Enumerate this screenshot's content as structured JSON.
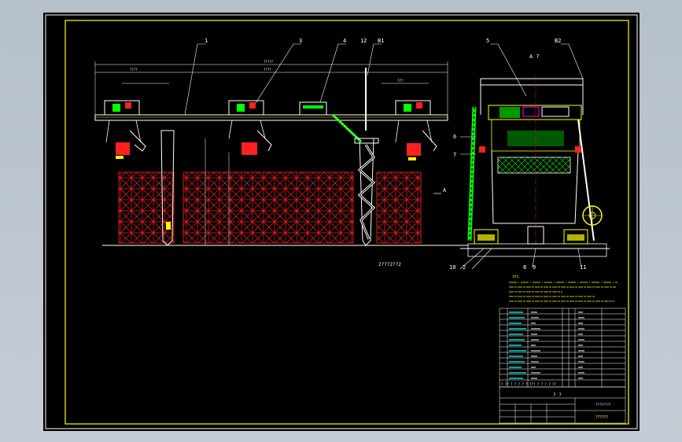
{
  "labels": {
    "callouts": [
      "1",
      "3",
      "4",
      "12",
      "B1",
      "5",
      "B2",
      "6",
      "7",
      "10",
      "2",
      "8",
      "9",
      "11"
    ],
    "view_marker": "A",
    "view_title": "A ?",
    "dim_top": "?????",
    "dim_left": "????",
    "dim_mid": "????",
    "dim_right": "???",
    "scale_note": "2???2??2",
    "tech_title": "???:",
    "title_main": "? ?",
    "title_code": "????????",
    "title_company": "??????",
    "bom_footer": "? ?? ? ? ? ? ? ??? ? ? ? ? ??"
  },
  "colors": {
    "background": "#000000",
    "frame": "#ffff00",
    "structure": "#ffffff",
    "container": "#ff2020",
    "accent": "#00ff00",
    "dimension": "#00ffff",
    "stair": "#ff00ff"
  }
}
